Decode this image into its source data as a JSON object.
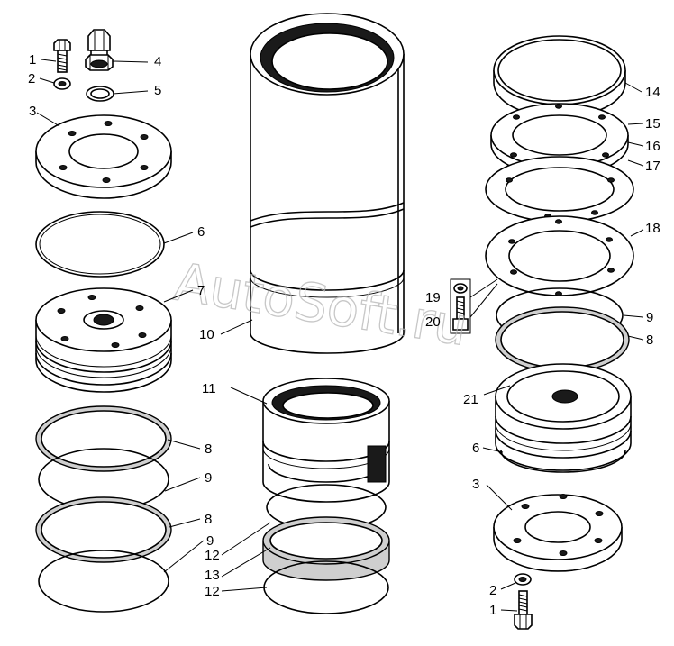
{
  "watermark": "AutoSoft.ru",
  "labels": {
    "l1a": "1",
    "l2a": "2",
    "l3a": "3",
    "l4": "4",
    "l5": "5",
    "l6a": "6",
    "l7": "7",
    "l8a": "8",
    "l9a": "9",
    "l8b": "8",
    "l9b": "9",
    "l10": "10",
    "l11": "11",
    "l12a": "12",
    "l13": "13",
    "l12b": "12",
    "l14": "14",
    "l15": "15",
    "l16": "16",
    "l17": "17",
    "l18": "18",
    "l19": "19",
    "l20": "20",
    "l9c": "9",
    "l8c": "8",
    "l21": "21",
    "l6b": "6",
    "l3b": "3",
    "l2b": "2",
    "l1b": "1"
  }
}
